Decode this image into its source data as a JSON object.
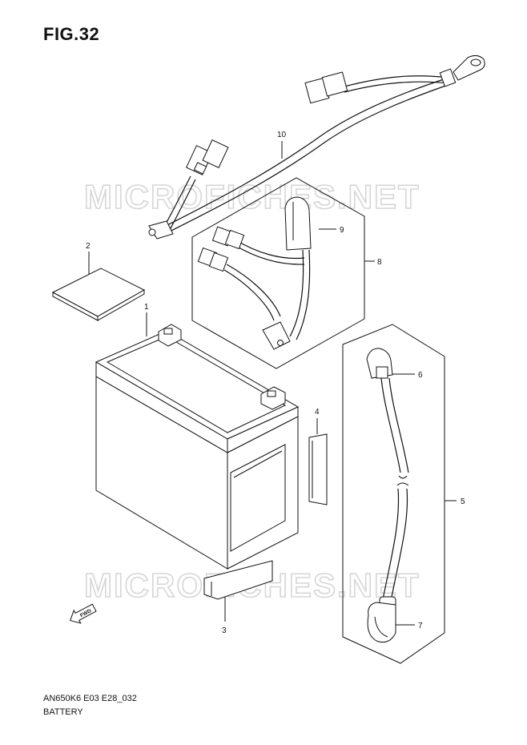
{
  "figure": {
    "title": "FIG.32",
    "code": "AN650K6 E03 E28_032",
    "name": "BATTERY"
  },
  "watermark": "MICROFICHES.NET",
  "fwd_label": "FWD",
  "callouts": [
    {
      "id": "1",
      "label": "1"
    },
    {
      "id": "2",
      "label": "2"
    },
    {
      "id": "3",
      "label": "3"
    },
    {
      "id": "4",
      "label": "4"
    },
    {
      "id": "5",
      "label": "5"
    },
    {
      "id": "6",
      "label": "6"
    },
    {
      "id": "7",
      "label": "7"
    },
    {
      "id": "8",
      "label": "8"
    },
    {
      "id": "9",
      "label": "9"
    },
    {
      "id": "10",
      "label": "10"
    }
  ]
}
